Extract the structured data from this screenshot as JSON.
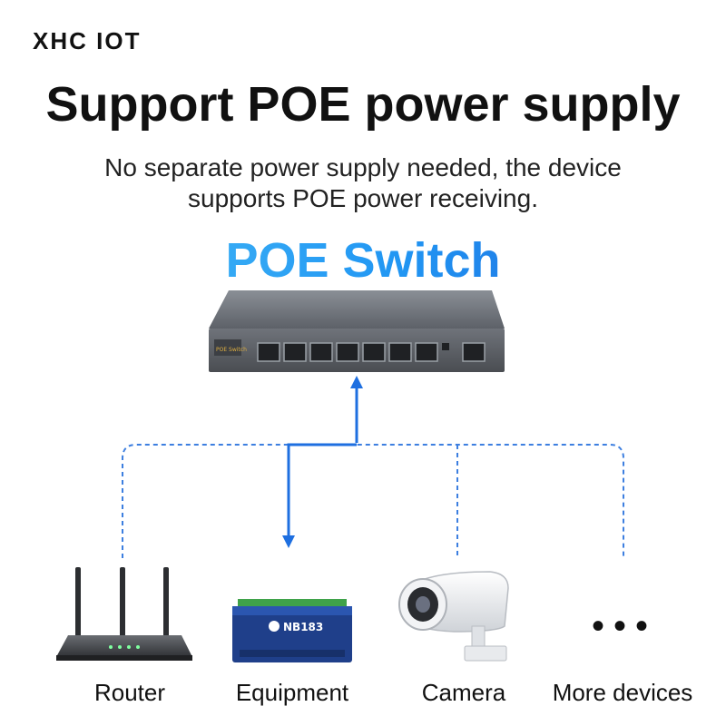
{
  "brand": "XHC IOT",
  "headline": "Support POE power supply",
  "subline": {
    "line1": "No separate power supply needed, the device",
    "line2": "supports POE power receiving."
  },
  "switch": {
    "title": "POE Switch",
    "panel_label": "POE Switch"
  },
  "devices": {
    "router": "Router",
    "equipment": "Equipment",
    "equipment_model": "NB183",
    "camera": "Camera",
    "more": "More devices",
    "more_symbol": "•••"
  },
  "colors": {
    "accent_light": "#4fc3f7",
    "accent": "#2196f3",
    "accent_dark": "#1e5ad6",
    "connector_dash": "#3d7fe0"
  }
}
